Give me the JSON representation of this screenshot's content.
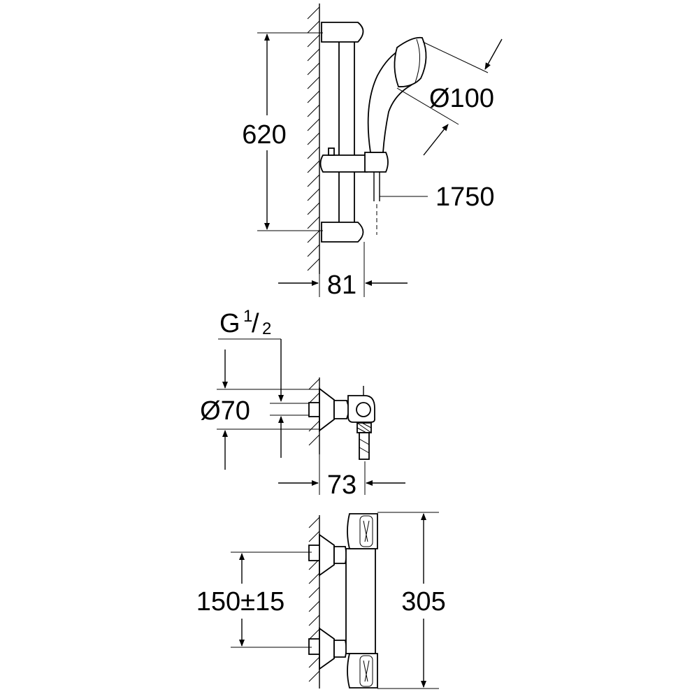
{
  "drawing": {
    "top_view": {
      "height_dim": "620",
      "hand_shower_dia": "Ø100",
      "hose_length": "1750",
      "bar_depth": "81"
    },
    "side_view": {
      "thread_prefix": "G",
      "thread_num": "1",
      "thread_slash": "/",
      "thread_den": "2",
      "escutcheon_dia": "Ø70",
      "projection": "73"
    },
    "front_view": {
      "inlet_spacing": "150±15",
      "body_length": "305"
    }
  }
}
